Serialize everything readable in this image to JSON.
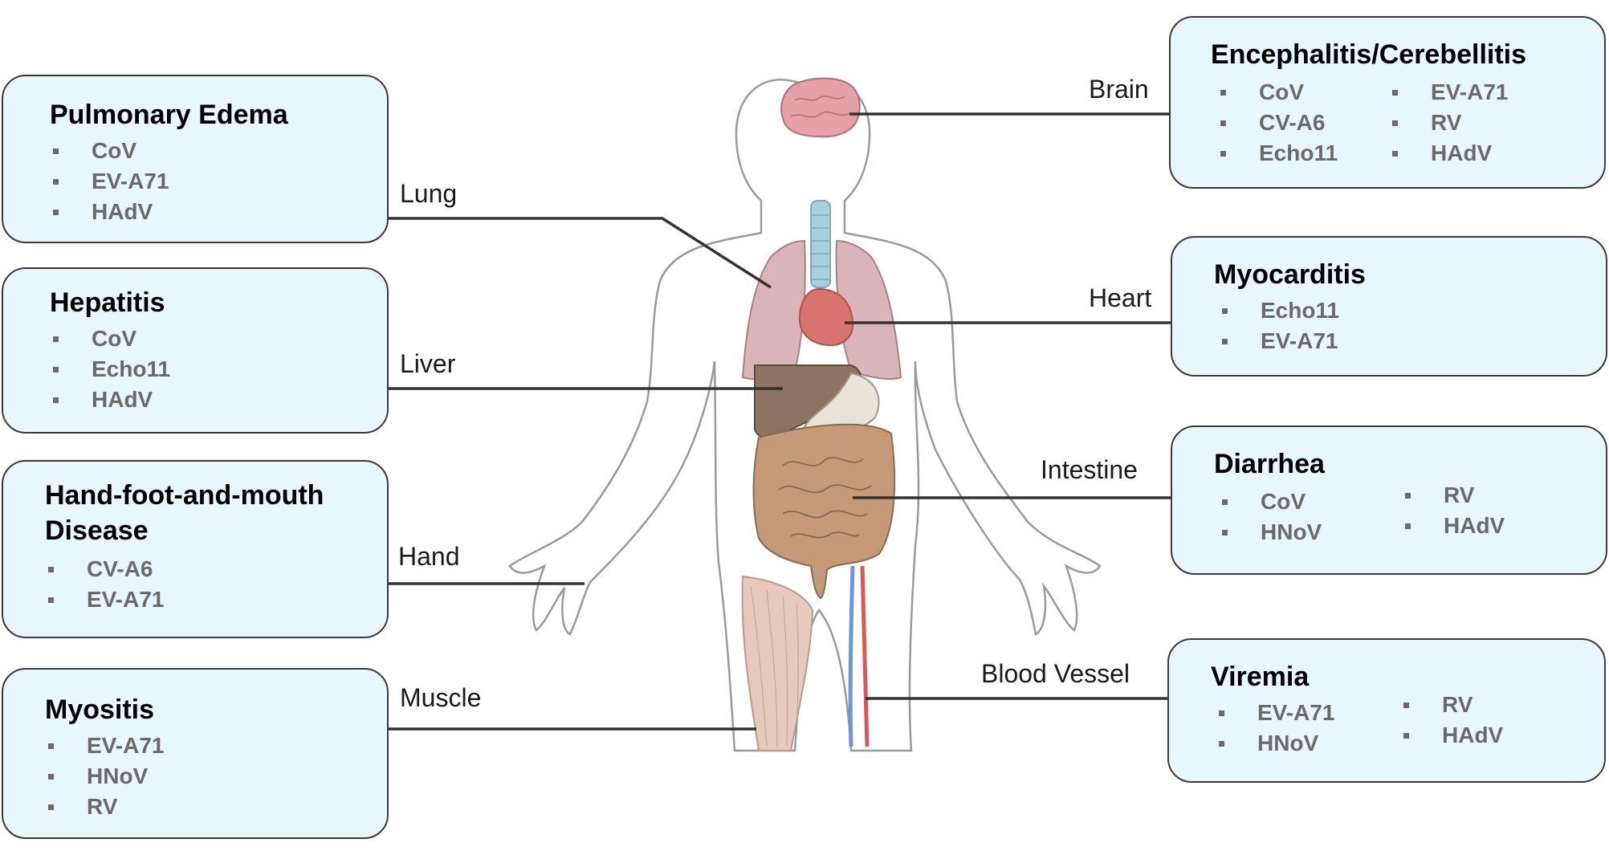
{
  "boxes": {
    "pulmonary": {
      "title": "Pulmonary Edema",
      "viruses": [
        "CoV",
        "EV-A71",
        "HAdV"
      ]
    },
    "hepatitis": {
      "title": "Hepatitis",
      "viruses": [
        "CoV",
        "Echo11",
        "HAdV"
      ]
    },
    "hfmd": {
      "title_line1": "Hand-foot-and-mouth",
      "title_line2": "Disease",
      "viruses": [
        "CV-A6",
        "EV-A71"
      ]
    },
    "myositis": {
      "title": "Myositis",
      "viruses": [
        "EV-A71",
        "HNoV",
        "RV"
      ]
    },
    "encephalitis": {
      "title": "Encephalitis/Cerebellitis",
      "col1": [
        "CoV",
        "CV-A6",
        "Echo11"
      ],
      "col2": [
        "EV-A71",
        "RV",
        "HAdV"
      ]
    },
    "myocarditis": {
      "title": "Myocarditis",
      "viruses": [
        "Echo11",
        "EV-A71"
      ]
    },
    "diarrhea": {
      "title": "Diarrhea",
      "col1": [
        "CoV",
        "HNoV"
      ],
      "col2": [
        "RV",
        "HAdV"
      ]
    },
    "viremia": {
      "title": "Viremia",
      "col1": [
        "EV-A71",
        "HNoV"
      ],
      "col2": [
        "RV",
        "HAdV"
      ]
    }
  },
  "organs": {
    "lung": "Lung",
    "liver": "Liver",
    "hand": "Hand",
    "muscle": "Muscle",
    "brain": "Brain",
    "heart": "Heart",
    "intestine": "Intestine",
    "blood_vessel": "Blood Vessel"
  },
  "colors": {
    "box_fill": "#e8f6fd",
    "box_border": "#3a3a3a",
    "virus_text": "#6a6a6a",
    "lung": "#d9b4b8",
    "heart": "#d9736e",
    "liver": "#8c7362",
    "intestine": "#c49a78",
    "brain": "#e4a2a8",
    "trachea": "#a8cfe0",
    "muscle": "#e8c9bf"
  }
}
